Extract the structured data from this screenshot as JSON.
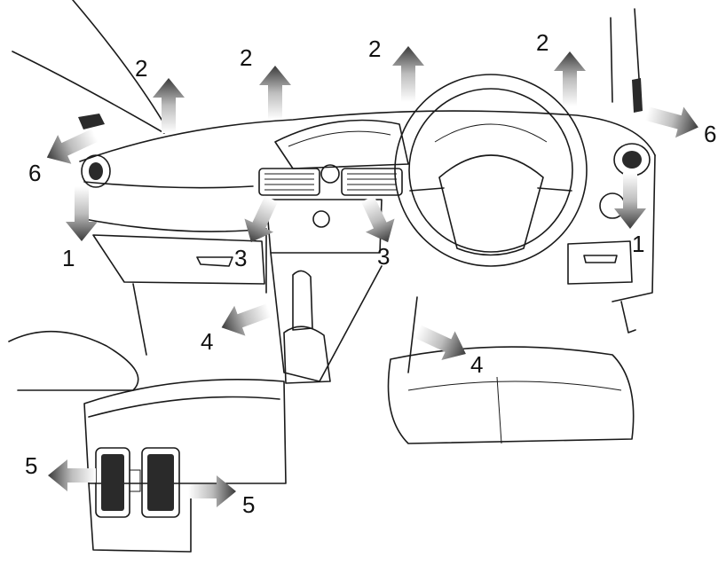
{
  "figure": {
    "labels": [
      {
        "id": "lbl-1-left",
        "text": "1"
      },
      {
        "id": "lbl-1-right",
        "text": "1"
      },
      {
        "id": "lbl-2-a",
        "text": "2"
      },
      {
        "id": "lbl-2-b",
        "text": "2"
      },
      {
        "id": "lbl-2-c",
        "text": "2"
      },
      {
        "id": "lbl-2-d",
        "text": "2"
      },
      {
        "id": "lbl-3-left",
        "text": "3"
      },
      {
        "id": "lbl-3-right",
        "text": "3"
      },
      {
        "id": "lbl-4-left",
        "text": "4"
      },
      {
        "id": "lbl-4-right",
        "text": "4"
      },
      {
        "id": "lbl-5-left",
        "text": "5"
      },
      {
        "id": "lbl-5-right",
        "text": "5"
      },
      {
        "id": "lbl-6-left",
        "text": "6"
      },
      {
        "id": "lbl-6-right",
        "text": "6"
      }
    ],
    "colors": {
      "line": "#1a1a1a",
      "arrow_dark": "#3a3a3a",
      "arrow_light": "#e6e6e6",
      "background": "#ffffff"
    }
  }
}
